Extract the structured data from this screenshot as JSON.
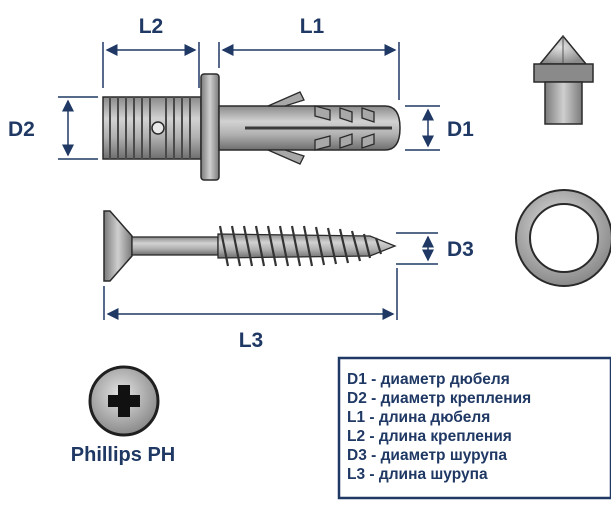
{
  "colors": {
    "accent": "#1f3864",
    "metal_light": "#c9c9c9",
    "metal_mid": "#9a9a9a",
    "metal_dark": "#6e6e6e",
    "outline": "#2a2a2a"
  },
  "labels": {
    "l1": "L1",
    "l2": "L2",
    "l3": "L3",
    "d1": "D1",
    "d2": "D2",
    "d3": "D3"
  },
  "legend": {
    "lines": [
      "D1 - диаметр дюбеля",
      "D2 - диаметр крепления",
      "L1 - длина дюбеля",
      "L2 - длина крепления",
      "D3 - диаметр шурупа",
      "L3 - длина шурупа"
    ]
  },
  "head_type": {
    "label": "Phillips PH",
    "icon": "phillips-cross-icon"
  },
  "icons": {
    "bit": "screw-tip-icon",
    "washer": "ring-washer-icon"
  }
}
